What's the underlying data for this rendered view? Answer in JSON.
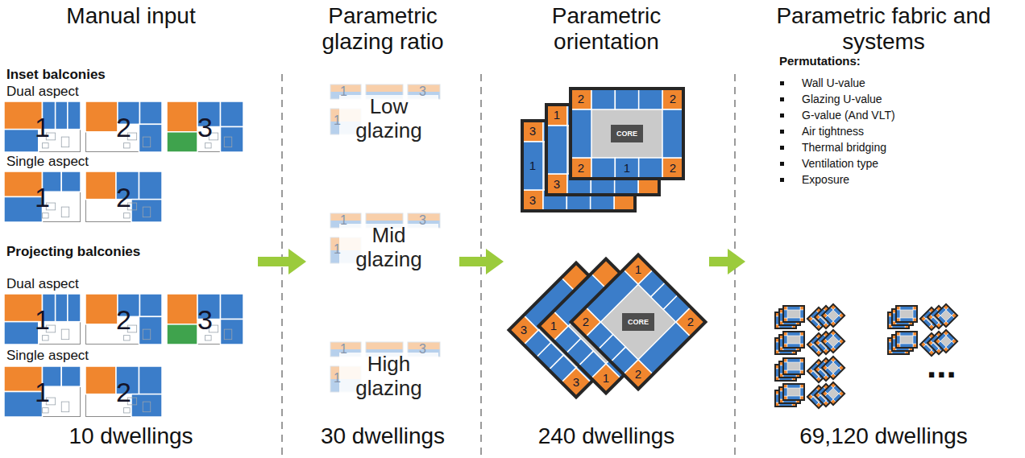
{
  "diagram": {
    "nodes": [
      {
        "text": [
          "Manual input",
          "10 dwellings"
        ]
      },
      {
        "text": [
          "Parametric glazing ratio",
          "30 dwellings"
        ]
      },
      {
        "text": [
          "Parametric orientation",
          "240 dwellings"
        ]
      },
      {
        "text": [
          "Parametric fabric and systems",
          "69,120 dwellings"
        ]
      },
      {
        "text": [
          "1"
        ],
        "in": 0
      },
      {
        "text": [
          "2"
        ],
        "in": 0
      },
      {
        "text": [
          "3"
        ],
        "in": 0
      },
      {
        "text": [
          "1"
        ],
        "in": 0
      },
      {
        "text": [
          "2"
        ],
        "in": 0
      },
      {
        "text": [
          "1"
        ],
        "in": 0
      },
      {
        "text": [
          "2"
        ],
        "in": 0
      },
      {
        "text": [
          "3"
        ],
        "in": 0
      },
      {
        "text": [
          "1"
        ],
        "in": 0
      },
      {
        "text": [
          "2"
        ],
        "in": 0
      },
      {
        "text": [
          "Low glazing"
        ],
        "in": 1
      },
      {
        "text": [
          "Mid glazing"
        ],
        "in": 1
      },
      {
        "text": [
          "High glazing"
        ],
        "in": 1
      },
      {
        "text": [
          "CORE"
        ],
        "in": 2
      },
      {
        "text": [
          "CORE"
        ],
        "in": 2
      }
    ],
    "edges": [
      {
        "from": 0,
        "to": 1,
        "arrow": "to"
      },
      {
        "from": 1,
        "to": 2,
        "arrow": "to"
      },
      {
        "from": 2,
        "to": 3,
        "arrow": "to"
      }
    ],
    "labels": [
      "Inset balconies",
      "Dual aspect",
      "Single aspect",
      "Projecting balconies",
      "Dual aspect",
      "Single aspect",
      "1",
      "3",
      "1",
      "1",
      "3",
      "1",
      "1",
      "3",
      "1",
      "2",
      "2",
      "2",
      "2",
      "1",
      "3",
      "1",
      "3",
      "1",
      "3",
      "3",
      "1",
      "3",
      "1",
      "1",
      "2",
      "2",
      "2",
      "Permutations:",
      "Wall U-value",
      "Glazing U-value",
      "G-value (And VLT)",
      "Air tightness",
      "Thermal bridging",
      "Ventilation type",
      "Exposure",
      "..."
    ]
  }
}
